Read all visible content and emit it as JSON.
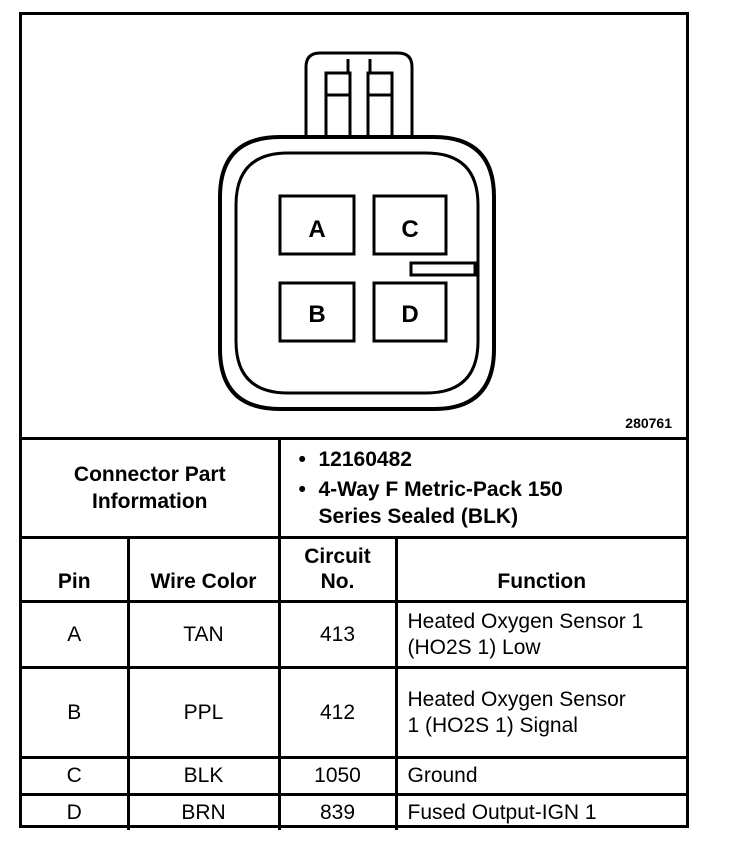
{
  "diagram": {
    "id": "280761",
    "pins": [
      {
        "label": "A"
      },
      {
        "label": "C"
      },
      {
        "label": "B"
      },
      {
        "label": "D"
      }
    ]
  },
  "connector_info": {
    "label": "Connector Part Information",
    "items": [
      "12160482",
      "4-Way F Metric-Pack 150 Series Sealed (BLK)"
    ]
  },
  "table": {
    "headers": {
      "pin": "Pin",
      "wire_color": "Wire Color",
      "circuit_no": "Circuit No.",
      "function": "Function"
    },
    "rows": [
      {
        "pin": "A",
        "wire_color": "TAN",
        "circuit_no": "413",
        "function": "Heated Oxygen Sensor 1 (HO2S 1) Low"
      },
      {
        "pin": "B",
        "wire_color": "PPL",
        "circuit_no": "412",
        "function": "Heated Oxygen Sensor 1 (HO2S 1) Signal"
      },
      {
        "pin": "C",
        "wire_color": "BLK",
        "circuit_no": "1050",
        "function": "Ground"
      },
      {
        "pin": "D",
        "wire_color": "BRN",
        "circuit_no": "839",
        "function": "Fused Output-IGN 1"
      }
    ]
  }
}
